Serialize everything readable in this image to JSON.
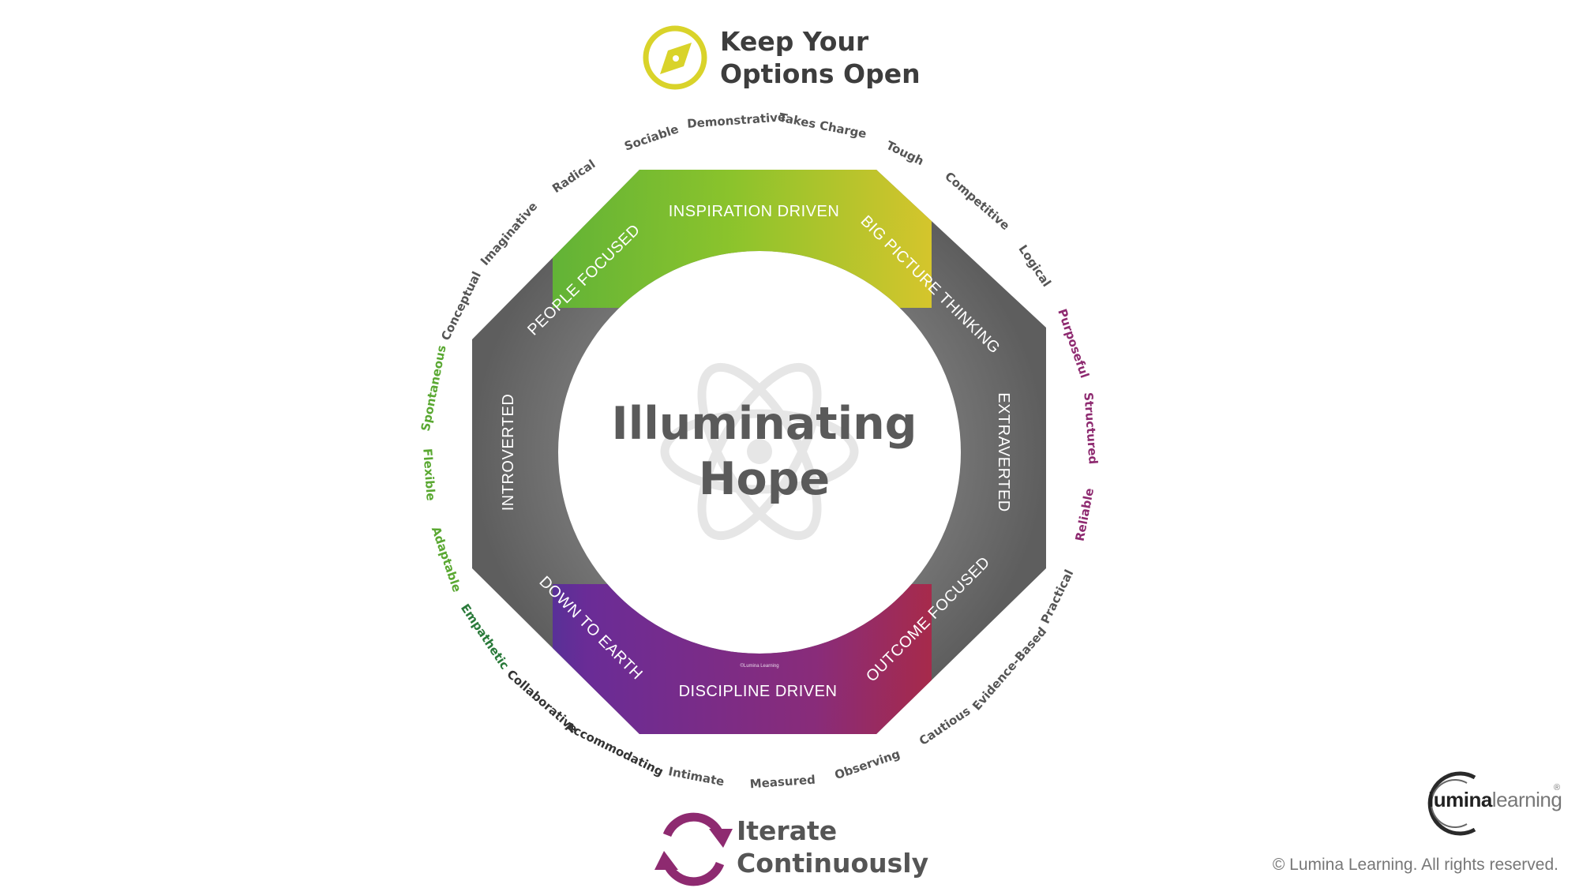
{
  "title": {
    "line1": "Illuminating",
    "line2": "Hope"
  },
  "top_heading": {
    "line1": "Keep Your",
    "line2": "Options Open",
    "icon": "compass-icon"
  },
  "bottom_heading": {
    "line1": "Iterate",
    "line2": "Continuously",
    "icon": "cycle-arrows-icon"
  },
  "segments": {
    "top": "INSPIRATION DRIVEN",
    "top_right": "BIG PICTURE THINKING",
    "right": "EXTRAVERTED",
    "bottom_right": "OUTCOME FOCUSED",
    "bottom": "DISCIPLINE DRIVEN",
    "bottom_left": "DOWN TO EARTH",
    "left": "INTROVERTED",
    "top_left": "PEOPLE FOCUSED"
  },
  "watermark": "©Lumina Learning",
  "traits": [
    {
      "label": "Adaptable",
      "color": "#5aa832"
    },
    {
      "label": "Flexible",
      "color": "#5aa832"
    },
    {
      "label": "Spontaneous",
      "color": "#5aa832"
    },
    {
      "label": "Conceptual",
      "color": "#555555"
    },
    {
      "label": "Imaginative",
      "color": "#555555"
    },
    {
      "label": "Radical",
      "color": "#555555"
    },
    {
      "label": "Sociable",
      "color": "#555555"
    },
    {
      "label": "Demonstrative",
      "color": "#555555"
    },
    {
      "label": "Takes Charge",
      "color": "#555555"
    },
    {
      "label": "Tough",
      "color": "#555555"
    },
    {
      "label": "Competitive",
      "color": "#555555"
    },
    {
      "label": "Logical",
      "color": "#555555"
    },
    {
      "label": "Purposeful",
      "color": "#8e2a70"
    },
    {
      "label": "Structured",
      "color": "#8e2a70"
    },
    {
      "label": "Reliable",
      "color": "#8e2a70"
    },
    {
      "label": "Practical",
      "color": "#555555"
    },
    {
      "label": "Evidence-Based",
      "color": "#555555"
    },
    {
      "label": "Cautious",
      "color": "#555555"
    },
    {
      "label": "Observing",
      "color": "#555555"
    },
    {
      "label": "Measured",
      "color": "#555555"
    },
    {
      "label": "Intimate",
      "color": "#555555"
    },
    {
      "label": "Accommodating",
      "color": "#333333"
    },
    {
      "label": "Collaborative",
      "color": "#333333"
    },
    {
      "label": "Empathetic",
      "color": "#2a7a3a"
    }
  ],
  "colors": {
    "ring_gray": "#6e6e6e",
    "inspiration_green": "#7dbd2c",
    "big_picture_yellow": "#e3c21e",
    "outcome_red": "#c0262a",
    "discipline_purple": "#7a2a82",
    "earth_blue": "#2f3b9c",
    "accent_yellow": "#d9d32a",
    "accent_purple": "#8e2a70"
  },
  "brand": {
    "name_part1": "lumina",
    "name_part2": "learning",
    "registered": "®"
  },
  "copyright": "© Lumina Learning. All rights reserved."
}
